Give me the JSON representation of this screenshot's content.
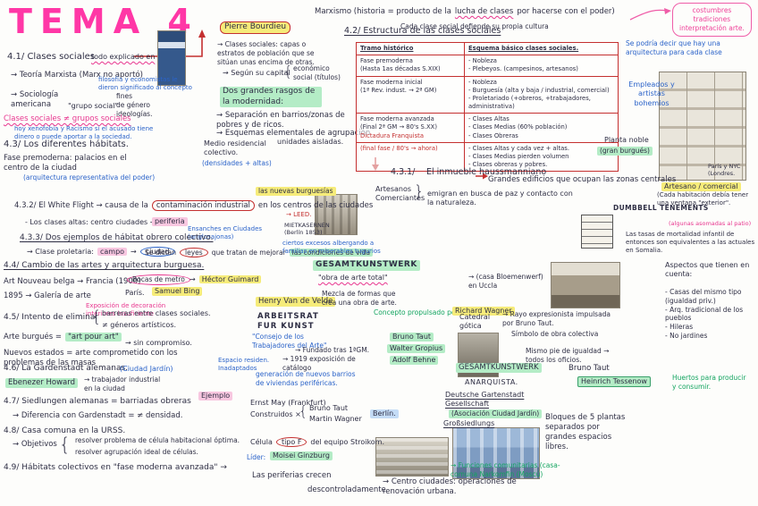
{
  "title": "TEMA 4",
  "glyphs": {
    "arrow": "→",
    "brace": "{",
    "brace_r": "}"
  },
  "top": {
    "marxismo_pre": "Marxismo (historia = producto de la",
    "lucha": "lucha de clases",
    "marxismo_post": "por hacerse con el poder)",
    "cultura": "Cada clase social defiende su propia cultura",
    "bubble": "costumbres\ntradiciones\ninterpretación arte.",
    "nota_arquitectura": "Se podría decir que hay una arquitectura para cada clase"
  },
  "s41": {
    "heading": "4.1/ Clases sociales",
    "todo": "todo explicado en",
    "teoria": "→ Teoría Marxista (Marx no aportó)",
    "teoria_nota": "filosofía y economistas le dieron significado al concepto",
    "sociologia": "→ Sociología americana",
    "grupo": "\"grupo social\"",
    "ramas": "fines\nde género\nideologías.",
    "distincion": "Clases sociales ≠ grupos sociales",
    "distincion_nota": "hoy xenofobia y Racismo si el acusado tiene dinero o puede aportar a la sociedad."
  },
  "bourdieu": {
    "nombre": "Pierre Bourdieu",
    "definicion": "→ Clases sociales: capas o estratos de población que se sitúan unas encima de otras.",
    "capital": "→ Según su capital",
    "tipos": "económico\nsocial (títulos)",
    "rasgos": "Dos grandes rasgos de la modernidad:",
    "rasgo1": "→ Separación en barrios/zonas de pobres y de ricos.",
    "rasgo2": "→ Esquemas elementales de agrupación",
    "medio": "Medio residencial colectivo.",
    "densidades": "(densidades + altas)",
    "unidades": "unidades aisladas."
  },
  "s42": {
    "heading": "4.2/ Estructura de las clases sociales",
    "col1": "Tramo histórico",
    "col2": "Esquema básico clases sociales.",
    "rows": [
      {
        "tramo": "Fase premoderna\n(Hasta 1as décadas S.XIX)",
        "esquema": "- Nobleza\n- Plebeyos. (campesinos, artesanos)"
      },
      {
        "tramo": "Fase moderna inicial\n(1ª Rev. indust. → 2ª GM)",
        "esquema": "- Nobleza\n- Burguesía (alta y baja / industrial, comercial)\n- Proletariado (+obreros, +trabajadores, administrativa)"
      },
      {
        "tramo": "Fase moderna avanzada\n(Final 2ª GM → 80's S.XX)",
        "nota": "Dictadura Franquista",
        "esquema": "- Clases Altas\n- Clases Medias (60% población)\n- Clases Obreras"
      },
      {
        "tramo": "(final fase / 80's → ahora)",
        "esquema": "- Clases Altas y cada vez + altas.\n- Clases Medias pierden volumen\n- Clases obreras y pobres."
      }
    ]
  },
  "right_top": {
    "empleados": "Empleados y artistas bohemios",
    "planta": "Planta noble",
    "gran_burgues": "(gran burgués)",
    "paris_nyc": "París y NYC (Londres.",
    "artesano": "Artesano / comercial"
  },
  "s43": {
    "heading": "4.3/ Los diferentes hábitats.",
    "premoderna": "Fase premoderna: palacios en el centro de la ciudad",
    "nota": "(arquitectura representativa del poder)"
  },
  "s431": {
    "num": "4.3.1/",
    "heading": "El inmueble haussmanniano",
    "grandes": "Grandes edificios que ocupan las zonas centrales",
    "artesanos": "Artesanos\nComerciantes",
    "emigran": "emigran en busca de paz y contacto con la naturaleza.",
    "dumbbell": "DUMBBELL TENEMENTS",
    "ventana": "(Cada habitación debía tener una ventana \"exterior\".",
    "patio": "(algunas asomadas al patio)",
    "mortalidad": "Las tasas de mortalidad infantil de entonces son equivalentes a las actuales en Somalia."
  },
  "s432": {
    "pre": "4.3.2/ El White Flight → causa de la",
    "caja": "contaminación industrial",
    "post": "en los centros de las ciudades",
    "nuevas": "las nuevas burguesías",
    "altas": "- Los clases altas: centro ciudades →",
    "periferia": "periferia",
    "ensanches": "Ensanches en Ciudades (anglosajonas)",
    "leed": "→ LEED.",
    "caption": "MIETKASERNEN\n(Berlín 1853)"
  },
  "s433": {
    "heading": "4.3.3/ Dos ejemplos de hábitat obrero colectivo.",
    "prol": "→ Clase proletaria:",
    "campo": "campo",
    "ciudad": "ciudad",
    "se_dictan": "Se dictan",
    "leyes": "leyes",
    "tratan": "que tratan de mejorar",
    "condiciones": "las condiciones de vida",
    "excesos": "ciertos excesos albergando a familias en miserables tugurios"
  },
  "s44": {
    "heading": "4.4/ Cambio de las artes y arquitectura burguesa.",
    "artnouveau": "Art Nouveau belga → Francia (1900)",
    "bocas": "Bocas de metro",
    "guimard": "Héctor Guimard",
    "galeria": "1895 → Galería de arte",
    "paris": "París.",
    "bing": "Samuel Bing",
    "gesamt": "GESAMTKUNSTWERK",
    "obra": "\"obra de arte total\"",
    "bloemenwerf": "→ (casa Bloemenwerf) en Uccla",
    "velde": "Henry Van de Velde",
    "mezcla": "Mezcla de formas que crea una obra de arte.",
    "expo": "Exposición de decoración interiores insuficiente",
    "concepto": "Concepto propulsado por",
    "wagner": "Richard Wagner"
  },
  "s45": {
    "heading": "4.5/ Intento de eliminar",
    "barreras": "barreras entre clases sociales.",
    "generos": "≠ géneros artísticos.",
    "burgues": "Arte burgués =",
    "artpourart": "\"art pour art\"",
    "compromiso": "→ sin compromiso.",
    "nuevos": "Nuevos estados = arte comprometido con los problemas de las masas",
    "arbeitsrat": "ARBEITSRAT\nFUR KUNST",
    "consejo": "\"Consejo de los Trabajadores del Arte\"",
    "fundado": "→ Fundado tras 1ªGM.",
    "expo1919": "→ 1919 exposición de catálogo",
    "taut": "Bruno Taut",
    "gropius": "Walter Gropius",
    "behne": "Adolf Behne",
    "espacio": "Espacio residen.\nInadaptados"
  },
  "right_mid": {
    "aspectos": "Aspectos que tienen en cuenta:",
    "lista": "- Casas del mismo tipo (igualdad priv.)\n- Arq. tradicional de los pueblos\n- Hileras\n- No jardines",
    "huertos": "Huertos para producir y consumir.",
    "catedral": "Catedral\ngótica",
    "rayo": "→ Rayo expresionista impulsada por Bruno Taut.",
    "simbolo": "Símbolo de obra colectiva",
    "igualdad": "Mismo pie de igualdad → todos los oficios.",
    "bruno": "Bruno Taut",
    "tessenow": "Heinrich Tessenow"
  },
  "s46": {
    "heading": "4.6/ La Gardenstadt alemanas.",
    "jardin": "(Ciudad Jardín)",
    "howard": "Ebenezer Howard",
    "trabajador": "→ trabajador industrial en la ciudad",
    "generacion": "generación de nuevos barrios de viviendas periféricas."
  },
  "s47": {
    "heading": "4.7/ Siedlungen alemanas = barriadas obreras",
    "diferencia": "→ Diferencia con Gardenstadt = ≠ densidad.",
    "ejemplo": "Ejemplo",
    "may": "Ernst May (Frankfurt)",
    "construidos": "Construidos ×",
    "taut": "Bruno Taut",
    "wagner": "Martin Wagner",
    "berlin": "Berlín.",
    "deutsche": "Deutsche Gartenstadt Gesellschaft",
    "asociacion": "(Asociación Ciudad Jardín)",
    "gesamt": "GESAMTKUNSTWERK",
    "anarquista": "ANARQUISTA.",
    "gross": "Großsiedlungs",
    "bloques": "Bloques de 5 plantas separados por grandes espacios libres."
  },
  "s48": {
    "heading": "4.8/ Casa comuna en la URSS.",
    "objetivos": "→ Objetivos",
    "obj1": "resolver problema de célula habitacional óptima.",
    "obj2": "resolver agrupación ideal de células.",
    "celula": "Célula",
    "tipof": "tipo F",
    "equipo": "del equipo Stroikom.",
    "lider": "Líder:",
    "ginzburg": "Moisei Ginzburg",
    "funciones": "→ Funciones comunitarias (casa-comuna Narkomfin (Moscú)"
  },
  "s49": {
    "heading": "4.9/ Hábitats colectivos en \"fase moderna avanzada\" →",
    "periferias": "Las periferias crecen",
    "descontrol": "descontroladamente",
    "centro": "→ Centro ciudades: operaciones de renovación urbana."
  }
}
